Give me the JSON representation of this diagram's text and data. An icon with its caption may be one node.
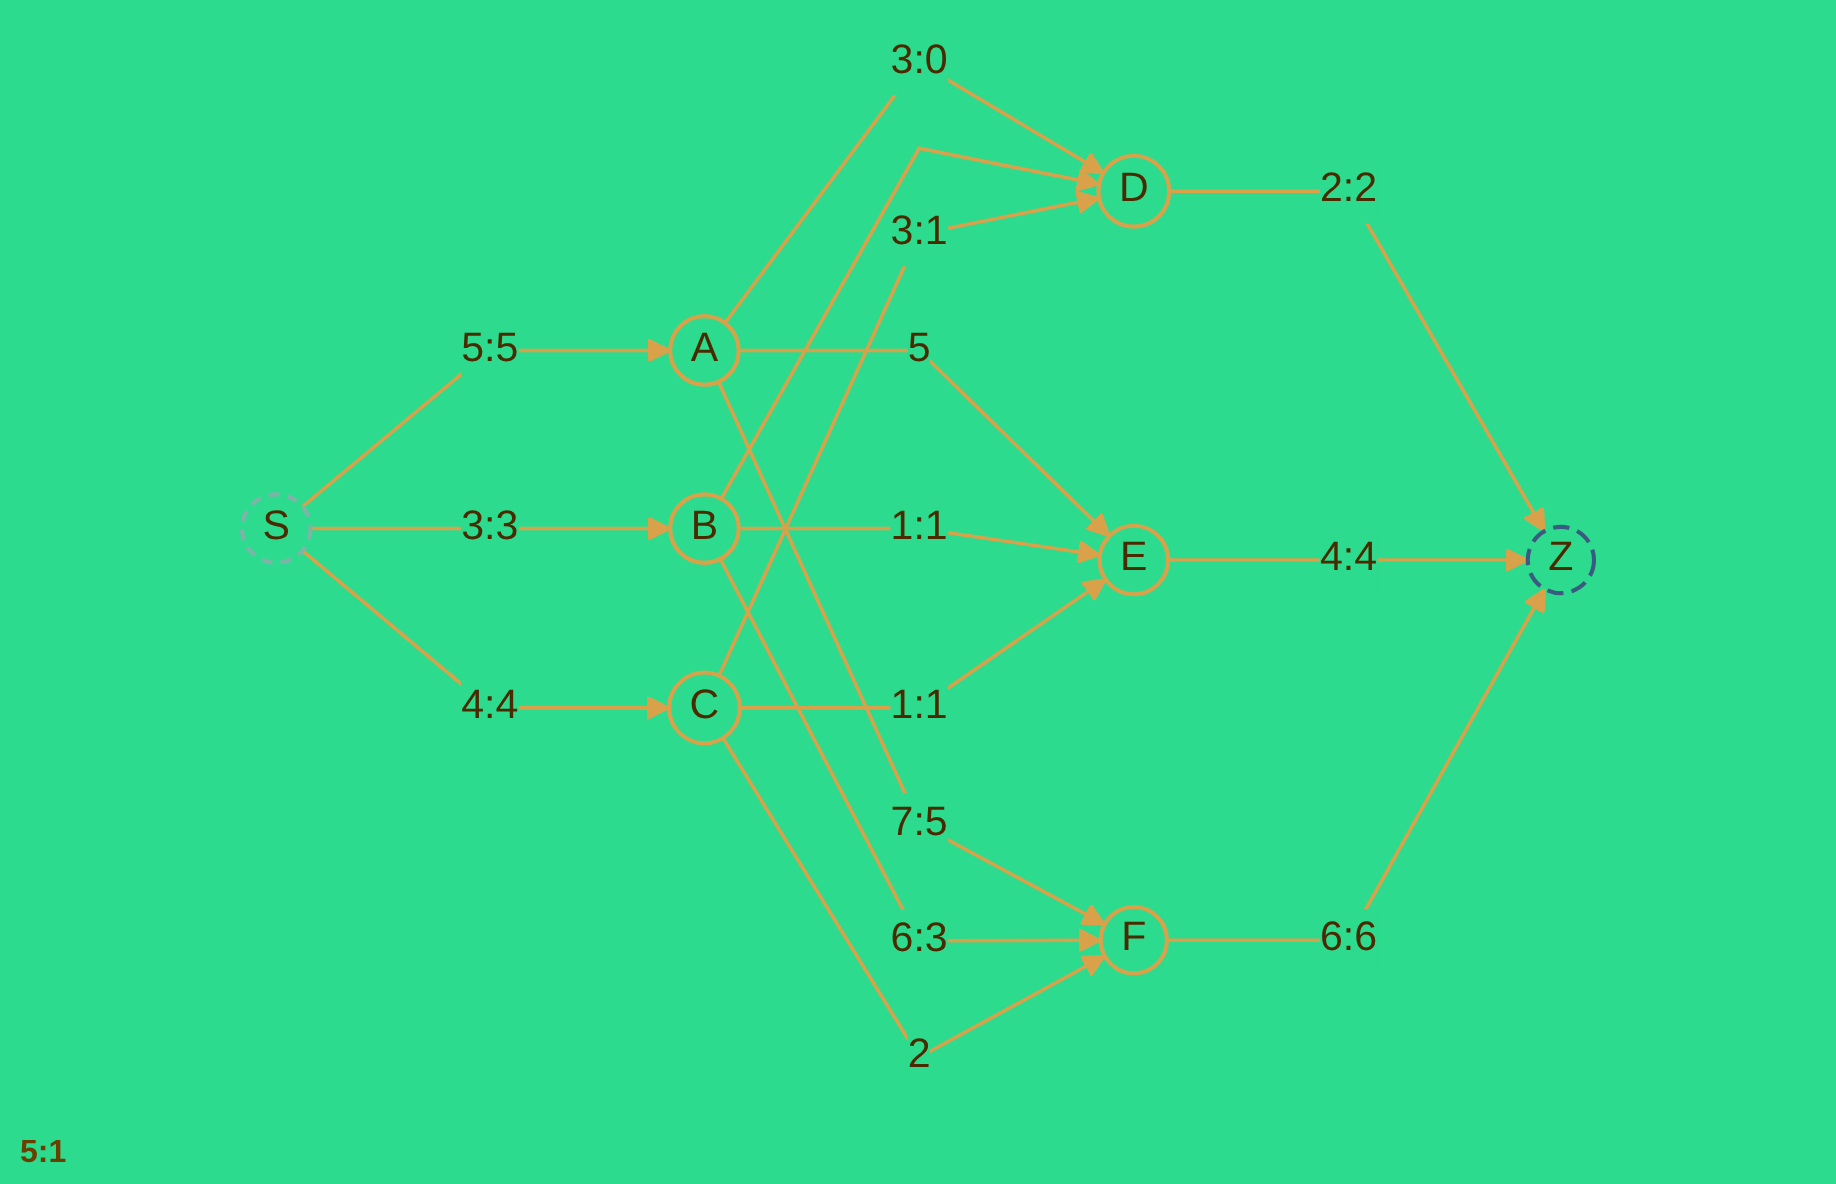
{
  "diagram": {
    "nodes": [
      {
        "text": [
          "S"
        ]
      },
      {
        "text": [
          "A"
        ]
      },
      {
        "text": [
          "B"
        ]
      },
      {
        "text": [
          "C"
        ]
      },
      {
        "text": [
          "D"
        ]
      },
      {
        "text": [
          "E"
        ]
      },
      {
        "text": [
          "F"
        ]
      },
      {
        "text": [
          "Z"
        ]
      }
    ],
    "edges": [
      {
        "from": 0,
        "to": 1,
        "arrow": "to",
        "label": "5:5"
      },
      {
        "from": 0,
        "to": 2,
        "arrow": "to",
        "label": "3:3"
      },
      {
        "from": 0,
        "to": 3,
        "arrow": "to",
        "label": "4:4"
      },
      {
        "from": 1,
        "to": 4,
        "arrow": "to",
        "label": "3:0"
      },
      {
        "from": 1,
        "to": 5,
        "arrow": "to",
        "label": "5"
      },
      {
        "from": 1,
        "to": 6,
        "arrow": "to",
        "label": "7:5"
      },
      {
        "from": 2,
        "to": 4,
        "arrow": "to"
      },
      {
        "from": 2,
        "to": 5,
        "arrow": "to",
        "label": "1:1"
      },
      {
        "from": 2,
        "to": 6,
        "arrow": "to",
        "label": "6:3"
      },
      {
        "from": 3,
        "to": 4,
        "arrow": "to",
        "label": "3:1"
      },
      {
        "from": 3,
        "to": 5,
        "arrow": "to",
        "label": "1:1"
      },
      {
        "from": 3,
        "to": 6,
        "arrow": "to",
        "label": "2"
      },
      {
        "from": 4,
        "to": 7,
        "arrow": "to",
        "label": "2:2"
      },
      {
        "from": 5,
        "to": 7,
        "arrow": "to",
        "label": "4:4"
      },
      {
        "from": 6,
        "to": 7,
        "arrow": "to",
        "label": "6:6"
      }
    ],
    "labels": [
      "5:1"
    ]
  }
}
